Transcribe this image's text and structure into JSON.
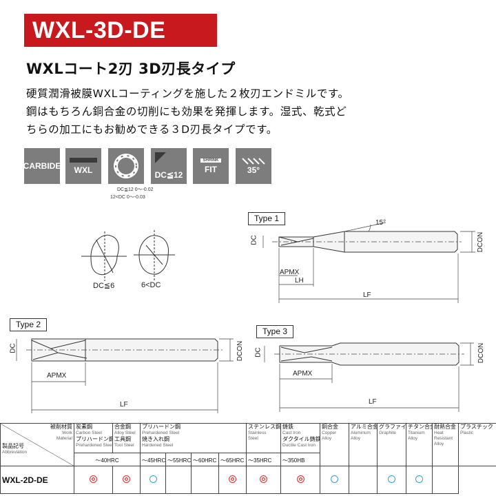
{
  "title": "WXL-3D-DE",
  "subtitle": "WXLコート2刃 3D刃長タイプ",
  "description": [
    "硬質潤滑被膜WXLコーティングを施した２枚刃エンドミルです。",
    "鋼はもちろん銅合金の切削にも効果を発揮します。湿式、乾式ど",
    "ちらの加工にもお勧めできる３D刃長タイプです。"
  ],
  "icons": [
    {
      "name": "carbide-icon",
      "label": "CARBIDE"
    },
    {
      "name": "wxl-coating-icon",
      "label": "WXL"
    },
    {
      "name": "tolerance-icon",
      "label": ""
    },
    {
      "name": "shank-diameter-icon",
      "label": "DC≦12"
    },
    {
      "name": "shrink-fit-icon",
      "label": "FIT",
      "sub": "SHRINK"
    },
    {
      "name": "helix-angle-icon",
      "label": "35°"
    }
  ],
  "tolerance": {
    "row1": "DC≦12  0〜-0.02",
    "row2": "12<DC    0〜-0.03"
  },
  "end_views": {
    "left_label": "DC≦6",
    "right_label": "6<DC"
  },
  "diagrams": {
    "type1": {
      "label": "Type 1",
      "angle": "15°",
      "dc": "DC",
      "dcon": "DCON",
      "apmx": "APMX",
      "lh": "LH",
      "lf": "LF"
    },
    "type2": {
      "label": "Type 2",
      "dc": "DC",
      "dcon": "DCON",
      "apmx": "APMX",
      "lf": "LF"
    },
    "type3": {
      "label": "Type 3",
      "dc": "DC",
      "dcon": "DCON",
      "apmx": "APMX",
      "lf": "LF"
    }
  },
  "table": {
    "corner": {
      "wm_jp": "被削材質",
      "wm_en1": "Work",
      "wm_en2": "Material",
      "code_jp": "製品記号",
      "code_en": "Abbreviation"
    },
    "groups": {
      "steel_jp": "炭素鋼",
      "steel_en": "Carbon Steel",
      "alloy_jp": "合金鋼",
      "alloy_en": "Alloy Steel",
      "preh_jp": "プリハードン鋼",
      "preh_en": "Prehardened Steel",
      "tool_jp": "工具鋼",
      "tool_en": "Tool Steel",
      "preh2_jp": "プリハードン鋼",
      "preh2_en": "Prehardened Steel",
      "hard_jp": "焼き入れ鋼",
      "hard_en": "Hardened Steel",
      "ss_jp": "ステンレス鋼",
      "ss_en1": "Stainless",
      "ss_en2": "Steel",
      "ci_jp": "鋳鉄",
      "ci_en": "Cast Iron",
      "dci_jp": "ダクタイル鋳鉄",
      "dci_en": "Ductile Cast Iron",
      "cu_jp": "銅合金",
      "cu_en1": "Copper",
      "cu_en2": "Alloy",
      "al_jp": "アルミ合金",
      "al_en1": "Aluminum",
      "al_en2": "Alloy",
      "gr_jp": "グラファイト",
      "gr_en": "Graphite",
      "ti_jp": "チタン合金",
      "ti_en1": "Titanium",
      "ti_en2": "Alloy",
      "hr_jp": "耐熱合金",
      "hr_en1": "Heat",
      "hr_en2": "Resistant",
      "hr_en3": "Alloy",
      "pl_jp": "プラスチック",
      "pl_en": "Plastic"
    },
    "hardness": [
      "〜40HRC",
      "〜45HRC",
      "〜55HRC",
      "〜60HRC",
      "〜65HRC",
      "〜35HRC",
      "〜350HB"
    ],
    "row": {
      "code": "WXL-2D-DE",
      "marks": [
        "double",
        "double",
        "single",
        "",
        "",
        "double",
        "double",
        "double",
        "single",
        "",
        "single",
        "single",
        ""
      ]
    }
  }
}
